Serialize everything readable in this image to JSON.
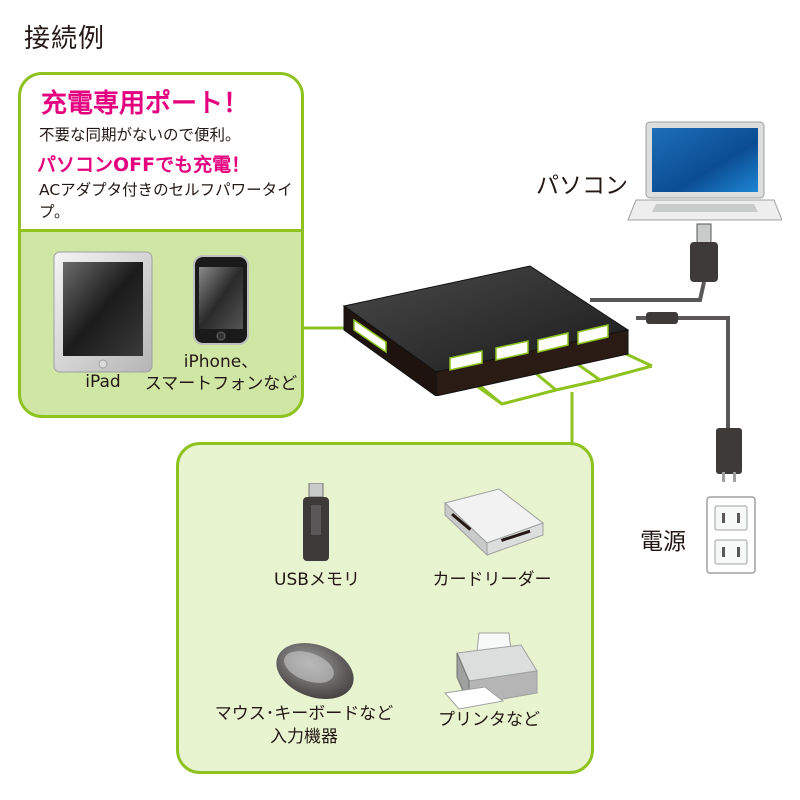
{
  "title": "接続例",
  "charging_panel": {
    "headline": "充電専用ポート！",
    "line_1": "不要な同期がないので便利。",
    "headline_2": "パソコンOFFでも充電！",
    "line_2": "ACアダプタ付きのセルフパワータイプ。",
    "devices": [
      {
        "label": "iPad"
      },
      {
        "label_line_1": "iPhone、",
        "label_line_2": "スマートフォンなど"
      }
    ]
  },
  "pc_label": "パソコン",
  "power_label": "電源",
  "peripherals": [
    {
      "label": "USBメモリ"
    },
    {
      "label": "カードリーダー"
    },
    {
      "label_line_1": "マウス･キーボードなど",
      "label_line_2": "入力機器"
    },
    {
      "label": "プリンタなど"
    }
  ],
  "colors": {
    "accent_green": "#8dc21f",
    "panel_green": "#cfe6a4",
    "panel_green_light": "#e8f3cf",
    "headline_magenta": "#e4007f",
    "hub_black": "#231815"
  }
}
